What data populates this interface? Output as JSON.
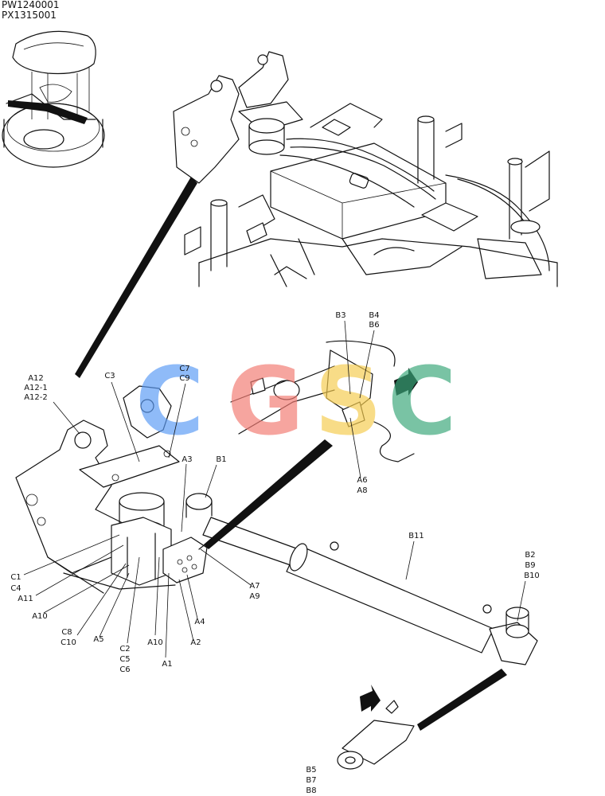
{
  "drawing_codes": [
    "PW1240001",
    "PX1315001"
  ],
  "watermark": {
    "letters": [
      "C",
      "G",
      "S",
      "C"
    ],
    "colors": [
      "#5b9bf5",
      "#f37b73",
      "#f6cc4f",
      "#3aa87a"
    ]
  },
  "callouts": {
    "a12": [
      "A12",
      "A12-1",
      "A12-2"
    ],
    "c3": [
      "C3"
    ],
    "c7": [
      "C7",
      "C9"
    ],
    "a3": [
      "A3"
    ],
    "b1": [
      "B1"
    ],
    "b3": [
      "B3"
    ],
    "b4": [
      "B4",
      "B6"
    ],
    "a6": [
      "A6",
      "A8"
    ],
    "b11": [
      "B11"
    ],
    "b2": [
      "B2",
      "B9",
      "B10"
    ],
    "c1": [
      "C1",
      "C4"
    ],
    "a11": [
      "A11"
    ],
    "a10l": [
      "A10"
    ],
    "c8": [
      "C8",
      "C10"
    ],
    "a5": [
      "A5"
    ],
    "c2": [
      "C2",
      "C5",
      "C6"
    ],
    "a10c": [
      "A10"
    ],
    "a1": [
      "A1"
    ],
    "a2": [
      "A2"
    ],
    "a4": [
      "A4"
    ],
    "a7": [
      "A7",
      "A9"
    ],
    "b5": [
      "B5",
      "B7",
      "B8"
    ]
  }
}
